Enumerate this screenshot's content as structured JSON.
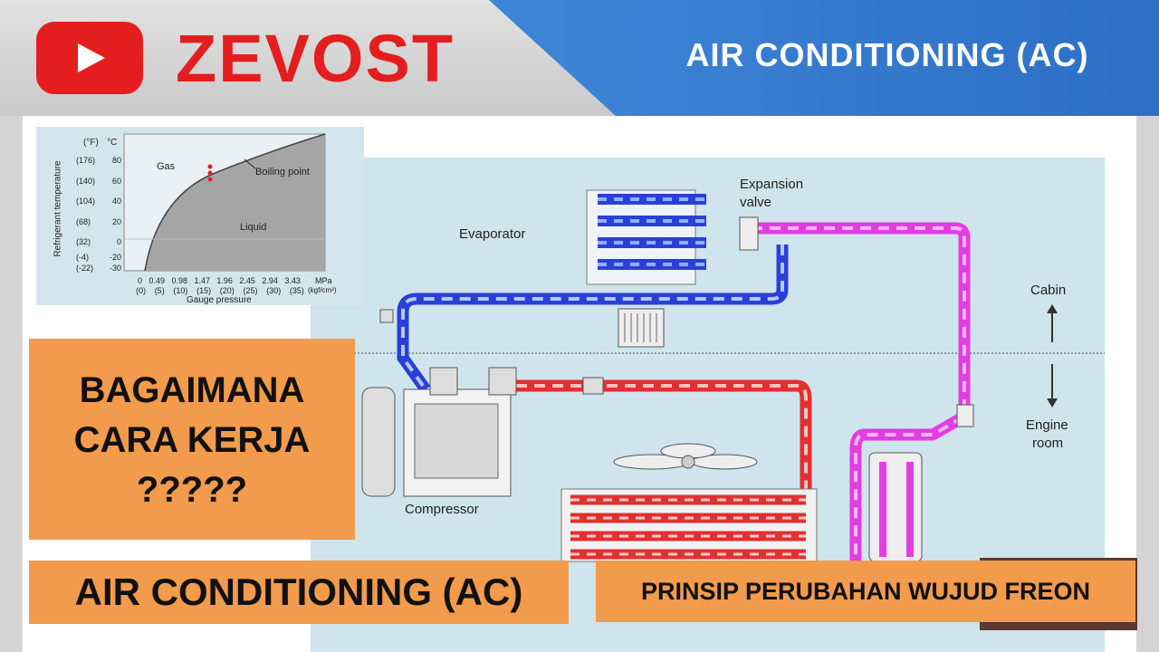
{
  "header": {
    "brand": "ZEVOST",
    "title": "AIR CONDITIONING (AC)",
    "logo_icon": "play-icon",
    "brand_color": "#e41e1e",
    "banner_color": "#3f86d6"
  },
  "graph": {
    "unit_f": "(°F)",
    "unit_c": "°C",
    "y_ticks_c": [
      "80",
      "60",
      "40",
      "20",
      "0",
      "-20",
      "-30"
    ],
    "y_ticks_f": [
      "(176)",
      "(140)",
      "(104)",
      "(68)",
      "(32)",
      "(-4)",
      "(-22)"
    ],
    "x_ticks_mpa": [
      "0",
      "0.49",
      "0.98",
      "1.47",
      "1.96",
      "2.45",
      "2.94",
      "3.43"
    ],
    "x_ticks_kgf": [
      "(0)",
      "(5)",
      "(10)",
      "(15)",
      "(20)",
      "(25)",
      "(30)",
      "(35)"
    ],
    "x_unit_mpa": "MPa",
    "x_unit_kgf": "(kgf/cm²)",
    "xlabel": "Gauge pressure",
    "ylabel": "Refrigerant temperature",
    "gas_label": "Gas",
    "liquid_label": "Liquid",
    "boiling_label": "Boiling point"
  },
  "diagram": {
    "expansion_valve": [
      "Expansion",
      "valve"
    ],
    "evaporator": "Evaporator",
    "compressor": "Compressor",
    "cabin": "Cabin",
    "engine_room": [
      "Engine",
      "room"
    ]
  },
  "question": [
    "BAGAIMANA",
    "CARA KERJA",
    "?????"
  ],
  "footer": {
    "left": "AIR CONDITIONING (AC)",
    "right": "PRINSIP PERUBAHAN WUJUD FREON"
  }
}
